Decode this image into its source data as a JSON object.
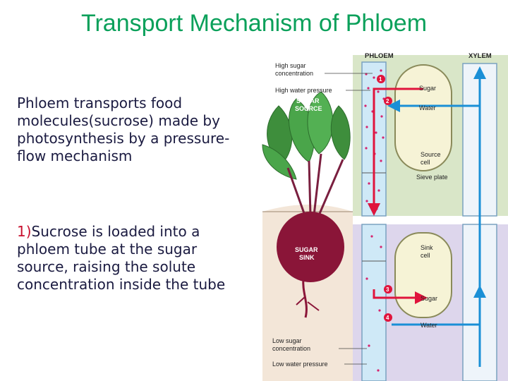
{
  "slide": {
    "title": "Transport Mechanism of Phloem",
    "paragraph1": "Phloem transports food molecules(sucrose) made by photosynthesis by a pressure-flow mechanism",
    "paragraph2_number": "1)",
    "paragraph2_text": "Sucrose is loaded into a phloem tube at the sugar source, raising the solute concentration inside the tube"
  },
  "diagram": {
    "headers": {
      "phloem": "PHLOEM",
      "xylem": "XYLEM"
    },
    "labels": {
      "high_sugar_1": "High sugar",
      "high_sugar_2": "concentration",
      "high_water_pressure": "High water pressure",
      "sugar_source_1": "SUGAR",
      "sugar_source_2": "SOURCE",
      "sugar_sink_1": "SUGAR",
      "sugar_sink_2": "SINK",
      "sugar_top": "Sugar",
      "water_top": "Water",
      "source_cell_1": "Source",
      "source_cell_2": "cell",
      "sieve_plate": "Sieve plate",
      "sink_cell_1": "Sink",
      "sink_cell_2": "cell",
      "sugar_bottom": "Sugar",
      "water_bottom": "Water",
      "low_sugar_1": "Low sugar",
      "low_sugar_2": "concentration",
      "low_water_pressure": "Low water pressure"
    },
    "steps": [
      "1",
      "2",
      "3",
      "4"
    ],
    "colors": {
      "title_green": "#0aa05a",
      "number_red": "#c8102e",
      "sugar_arrow": "#e0143c",
      "water_arrow": "#1a8fd6",
      "phloem_fill": "#cfe9f7",
      "source_band": "#d9e6c8",
      "sink_band": "#ddd6ec",
      "root": "#8a1538"
    }
  }
}
